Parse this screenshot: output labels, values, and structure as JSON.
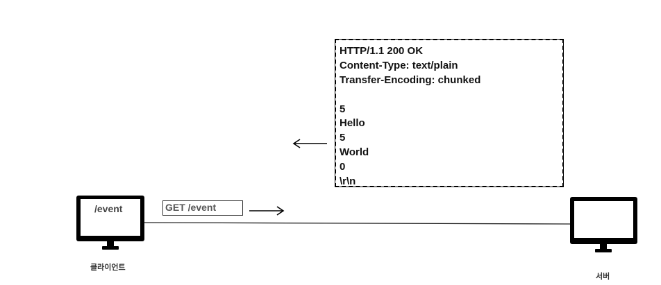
{
  "client": {
    "label": "클라이언트",
    "screen_text": "/event"
  },
  "server": {
    "label": "서버"
  },
  "request": {
    "label": "GET /event"
  },
  "response": {
    "lines": [
      "HTTP/1.1 200 OK",
      "Content-Type: text/plain",
      "Transfer-Encoding: chunked",
      "",
      "5",
      "Hello",
      "5",
      "World",
      "0",
      "\\r\\n"
    ]
  },
  "colors": {
    "ink": "#000000",
    "label_gray": "#555555"
  }
}
